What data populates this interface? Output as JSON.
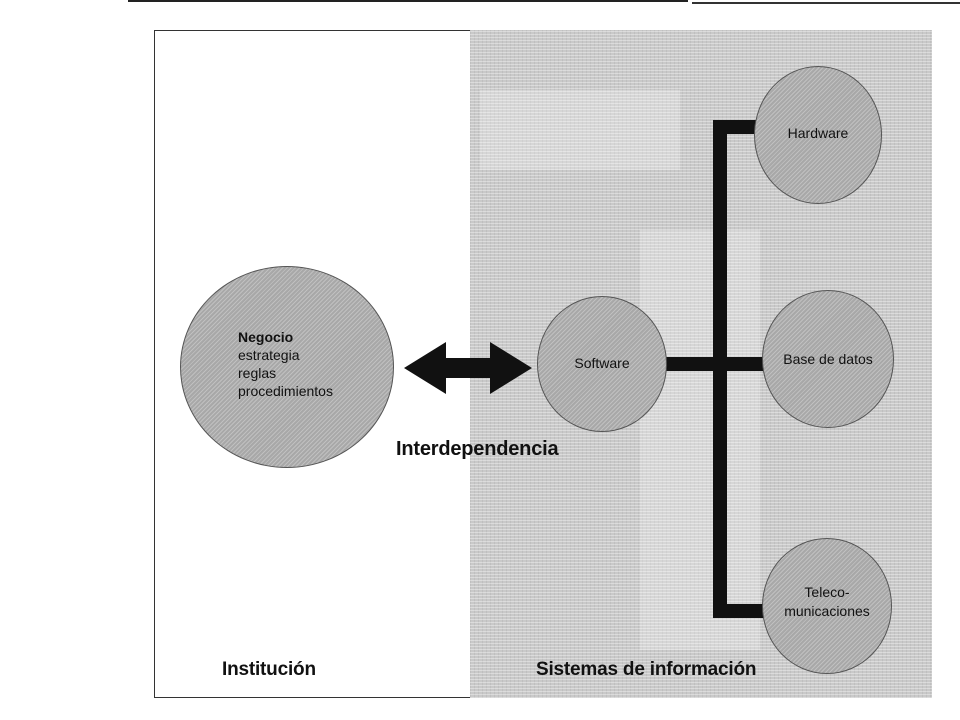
{
  "institution": {
    "label": "Institución",
    "negocio": {
      "title": "Negocio",
      "items": [
        "estrategia",
        "reglas",
        "procedimientos"
      ]
    }
  },
  "information_systems": {
    "label": "Sistemas de información",
    "components": {
      "software": "Software",
      "hardware": "Hardware",
      "database": "Base de datos",
      "telecom_line1": "Teleco-",
      "telecom_line2": "municaciones"
    }
  },
  "relation": {
    "label": "Interdependencia"
  },
  "colors": {
    "circle_fill": "#a8a8a8",
    "panel_fill": "#c9c9c9",
    "connector": "#111111"
  }
}
